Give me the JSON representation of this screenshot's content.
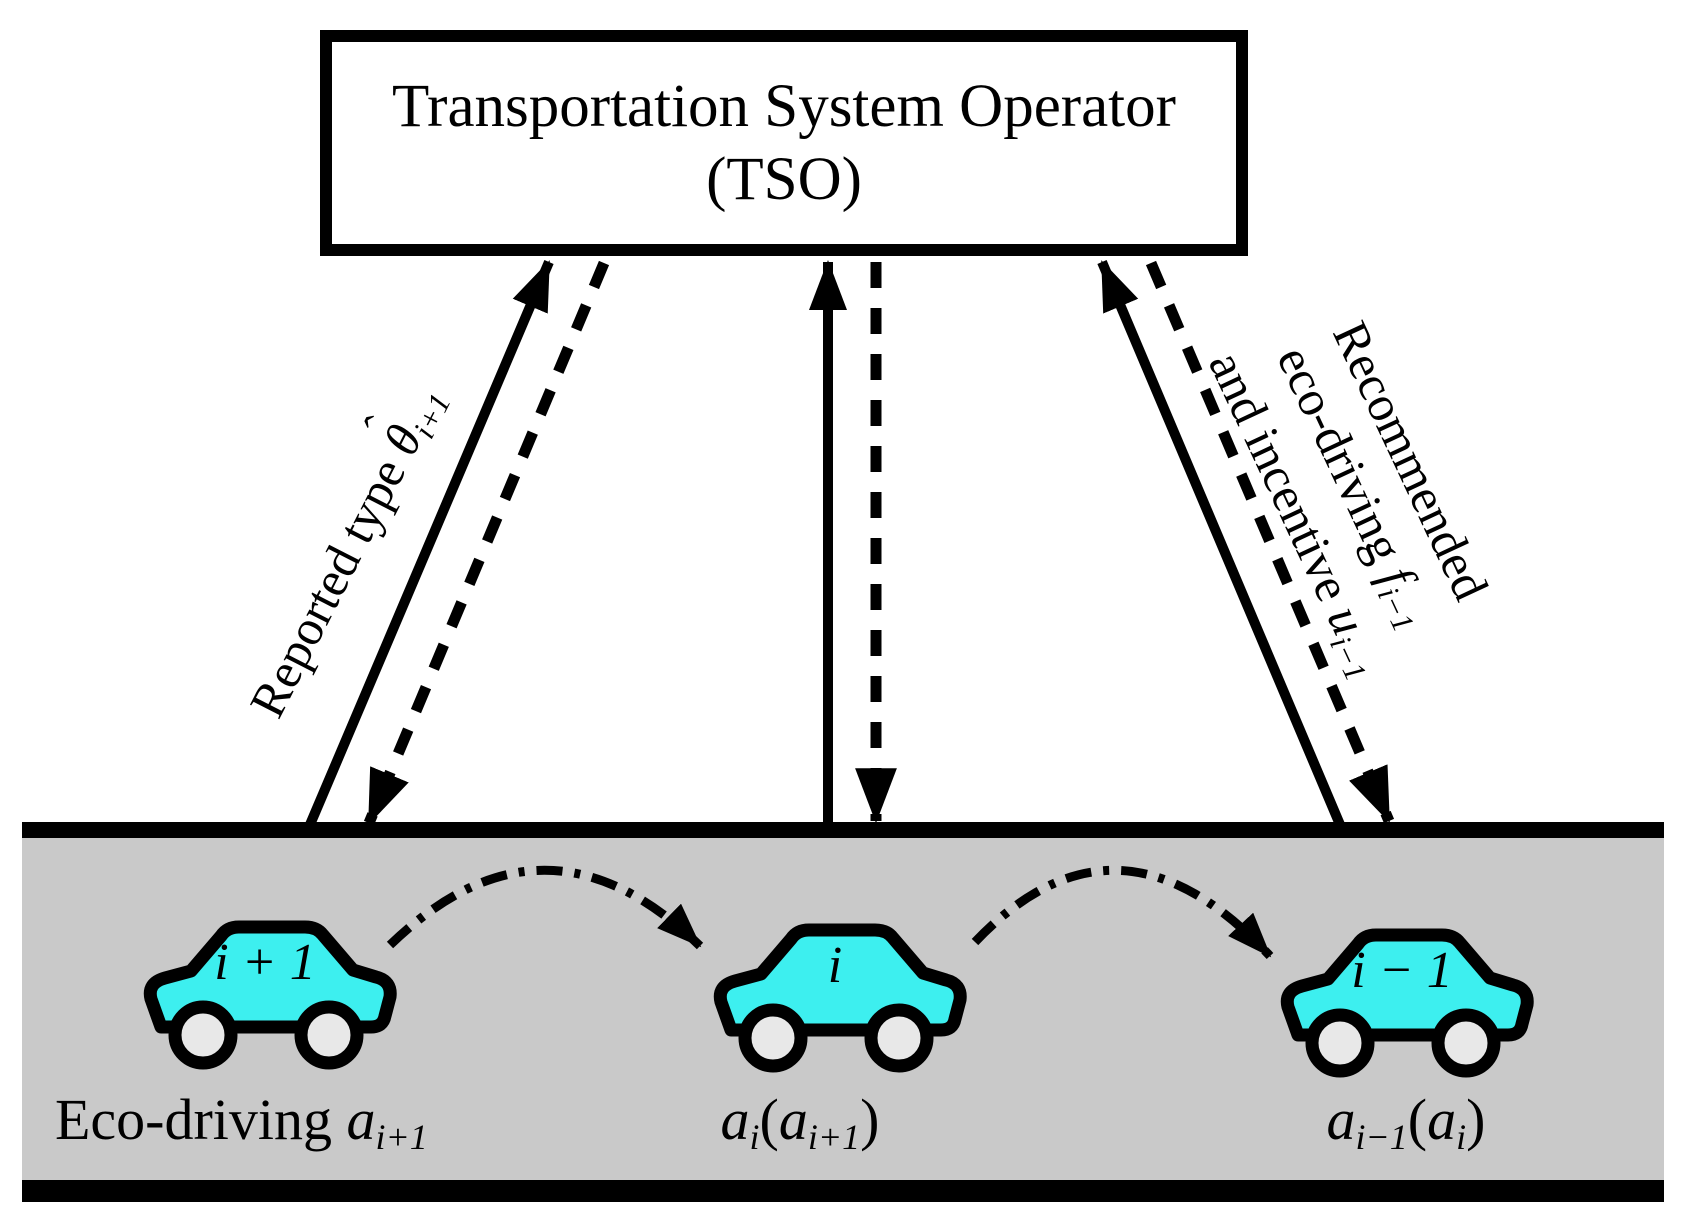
{
  "colors": {
    "outline": "#000000",
    "background": "#FFFFFF",
    "road_fill": "#C9C9C9",
    "car_fill": "#3DEFEF",
    "wheel_fill": "#E8E8E8"
  },
  "tso": {
    "line1": "Transportation System Operator",
    "line2": "(TSO)"
  },
  "labels": {
    "reported": {
      "prefix": "Reported type ",
      "theta": "θ",
      "hat": "ˆ",
      "sub": "i+1"
    },
    "recommended": {
      "line1": "Recommended",
      "line2_prefix": "eco-driving ",
      "line2_var": "f",
      "line2_sub": "i−1",
      "line3_prefix": "and incentive ",
      "line3_var": "u",
      "line3_sub": "i−1"
    }
  },
  "cars": [
    {
      "label": "i + 1"
    },
    {
      "label": "i"
    },
    {
      "label": "i − 1"
    }
  ],
  "bottom_labels": {
    "left": {
      "prefix": "Eco-driving ",
      "var": "a",
      "sub": "i+1"
    },
    "center": {
      "var1": "a",
      "sub1": "i",
      "open": "(",
      "var2": "a",
      "sub2": "i+1",
      "close": ")"
    },
    "right": {
      "var1": "a",
      "sub1": "i−1",
      "open": "(",
      "var2": "a",
      "sub2": "i",
      "close": ")"
    }
  }
}
